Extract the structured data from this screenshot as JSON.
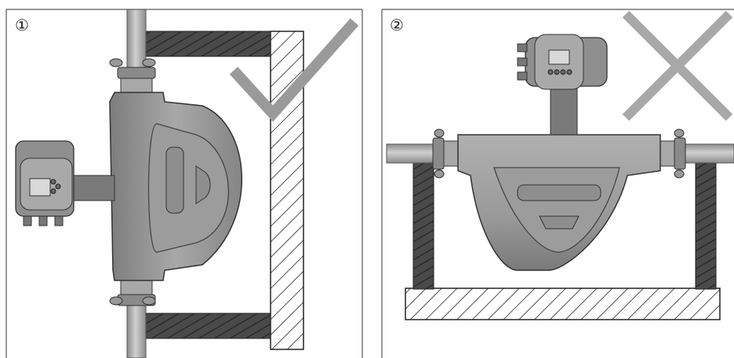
{
  "panels": [
    {
      "label": "①",
      "verdict": "correct"
    },
    {
      "label": "②",
      "verdict": "incorrect"
    }
  ],
  "colors": {
    "meter_body": "#9a9a9a",
    "meter_dark": "#6e6e6e",
    "pipe": "#b4b4b4",
    "support": "#4a4a4a",
    "hatch": "#222222",
    "check_mark": "#9a9a9a",
    "cross_mark": "#a8a8a8",
    "frame": "#555555"
  }
}
